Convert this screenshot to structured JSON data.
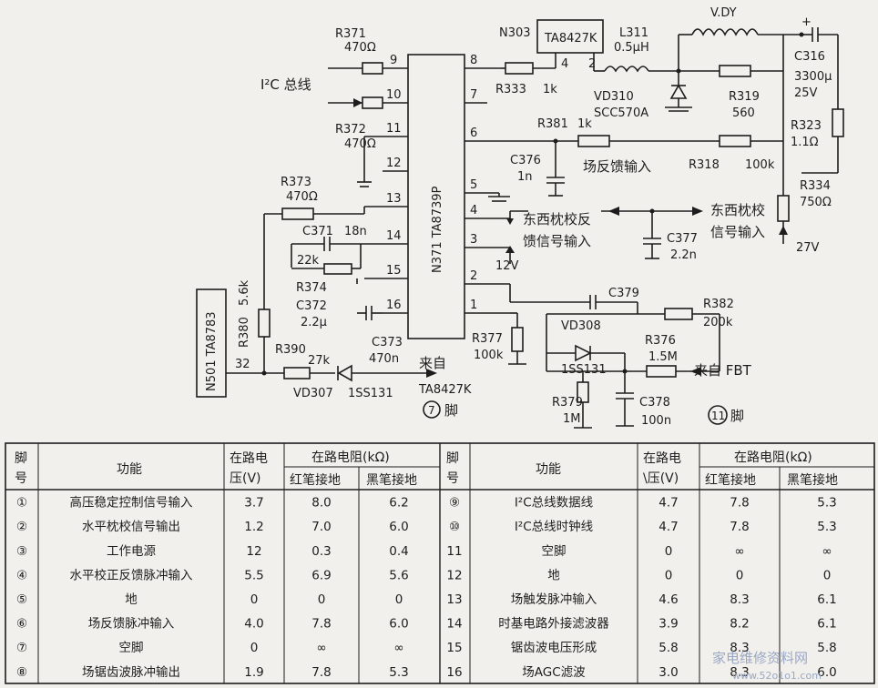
{
  "schematic": {
    "ic_main": "N371 TA8739P",
    "ic_driver": "TA8427K",
    "ic_driver_ref": "N303",
    "ic_n501": "N501 TA8783",
    "bus_label": "I²C 总线",
    "resistors": {
      "r371": "R371",
      "r371_v": "470Ω",
      "r372": "R372",
      "r372_v": "470Ω",
      "r373": "R373",
      "r373_v": "470Ω",
      "r333": "R333",
      "r333_v": "1k",
      "r381": "R381",
      "r381_v": "1k",
      "r374": "R374",
      "r374_v": "22k",
      "r380": "R380",
      "r380_v": "5.6k",
      "r390": "R390",
      "r390_v": "27k",
      "r377": "R377",
      "r377_v": "100k",
      "r376": "R376",
      "r376_v": "1.5M",
      "r379": "R379",
      "r379_v": "1M",
      "r382": "R382",
      "r382_v": "200k",
      "r319": "R319",
      "r319_v": "560",
      "r318": "R318",
      "r318_v": "100k",
      "r323": "R323",
      "r323_v": "1.1Ω",
      "r334": "R334",
      "r334_v": "750Ω"
    },
    "capacitors": {
      "c371": "C371",
      "c371_v": "18n",
      "c372": "C372",
      "c372_v": "2.2μ",
      "c373": "C373",
      "c373_v": "470n",
      "c376": "C376",
      "c376_v": "1n",
      "c377": "C377",
      "c377_v": "2.2n",
      "c378": "C378",
      "c378_v": "100n",
      "c379": "C379",
      "c316": "C316",
      "c316_v": "3300μ",
      "c316_v2": "25V"
    },
    "inductors": {
      "l311": "L311",
      "l311_v": "0.5μH",
      "vdy": "V.DY"
    },
    "diodes": {
      "vd310": "VD310",
      "vd310_v": "SCC570A",
      "vd307": "VD307",
      "vd307_v": "1SS131",
      "vd308": "VD308",
      "vd308_v": "1SS131"
    },
    "pins": [
      "9",
      "10",
      "11",
      "12",
      "13",
      "14",
      "15",
      "16",
      "8",
      "7",
      "6",
      "5",
      "4",
      "3",
      "2",
      "1"
    ],
    "pin_32": "32",
    "driver_pins": [
      "4",
      "2"
    ],
    "texts": {
      "field_fb": "场反馈输入",
      "ew_fb_1": "东西枕校反",
      "ew_fb_2": "馈信号输入",
      "ew_out_1": "东西枕校",
      "ew_out_2": "信号输入",
      "v12": "12V",
      "v27": "27V",
      "from_ta_1": "来自",
      "from_ta_2": "TA8427K",
      "pin7_num": "7",
      "pin_word": "脚",
      "from_fbt": "来自 FBT",
      "pin11_num": "11"
    }
  },
  "table": {
    "headers": {
      "pin_1": "脚",
      "pin_2": "号",
      "func": "功能",
      "volt_1": "在路电",
      "volt_2": "压(V)",
      "res": "在路电阻(kΩ)",
      "red": "红笔接地",
      "black": "黑笔接地",
      "volt_right_1": "在路电",
      "volt_right_2": "\\压(V)"
    },
    "left_rows": [
      {
        "pin": "①",
        "func": "高压稳定控制信号输入",
        "v": "3.7",
        "red": "8.0",
        "black": "6.2"
      },
      {
        "pin": "②",
        "func": "水平枕校信号输出",
        "v": "1.2",
        "red": "7.0",
        "black": "6.0"
      },
      {
        "pin": "③",
        "func": "工作电源",
        "v": "12",
        "red": "0.3",
        "black": "0.4"
      },
      {
        "pin": "④",
        "func": "水平校正反馈脉冲输入",
        "v": "5.5",
        "red": "6.9",
        "black": "5.6"
      },
      {
        "pin": "⑤",
        "func": "地",
        "v": "0",
        "red": "0",
        "black": "0"
      },
      {
        "pin": "⑥",
        "func": "场反馈脉冲输入",
        "v": "4.0",
        "red": "7.8",
        "black": "6.0"
      },
      {
        "pin": "⑦",
        "func": "空脚",
        "v": "0",
        "red": "∞",
        "black": "∞"
      },
      {
        "pin": "⑧",
        "func": "场锯齿波脉冲输出",
        "v": "1.9",
        "red": "7.8",
        "black": "5.3"
      }
    ],
    "right_rows": [
      {
        "pin": "⑨",
        "func": "I²C总线数据线",
        "v": "4.7",
        "red": "7.8",
        "black": "5.3"
      },
      {
        "pin": "⑩",
        "func": "I²C总线时钟线",
        "v": "4.7",
        "red": "7.8",
        "black": "5.3"
      },
      {
        "pin": "11",
        "func": "空脚",
        "v": "0",
        "red": "∞",
        "black": "∞"
      },
      {
        "pin": "12",
        "func": "地",
        "v": "0",
        "red": "0",
        "black": "0"
      },
      {
        "pin": "13",
        "func": "场触发脉冲输入",
        "v": "4.6",
        "red": "8.3",
        "black": "6.1"
      },
      {
        "pin": "14",
        "func": "时基电路外接滤波器",
        "v": "3.9",
        "red": "8.2",
        "black": "6.1"
      },
      {
        "pin": "15",
        "func": "锯齿波电压形成",
        "v": "5.8",
        "red": "8.3",
        "black": "5.8"
      },
      {
        "pin": "16",
        "func": "场AGC滤波",
        "v": "3.0",
        "red": "8.3",
        "black": "6.0"
      }
    ]
  },
  "watermark": {
    "text": "家电维修资料网",
    "url": "www.52o1o1.com"
  }
}
